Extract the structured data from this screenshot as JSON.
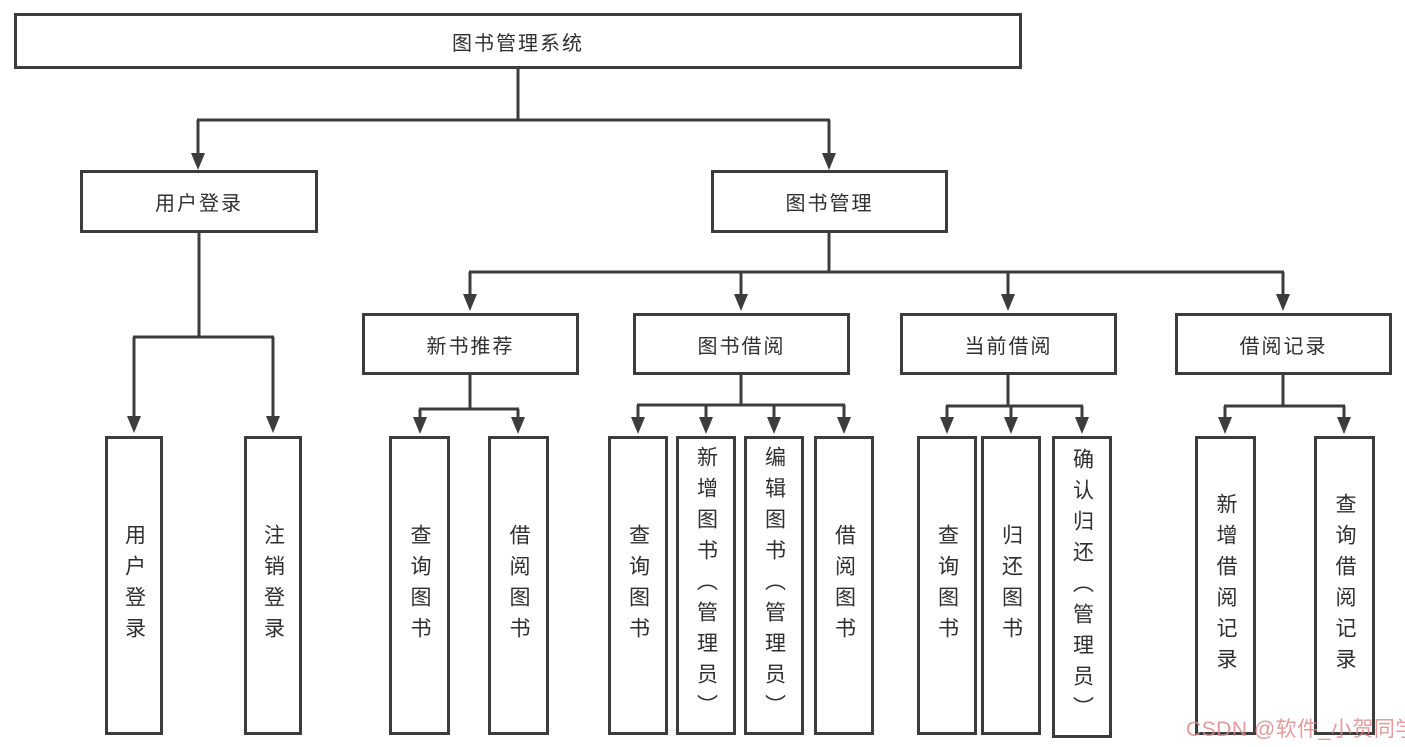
{
  "diagram": {
    "title_node": "图书管理系统",
    "nodes": {
      "root": "图书管理系统",
      "user_login": "用户登录",
      "book_management": "图书管理",
      "leaf_user_login": "用户登录",
      "leaf_logout": "注销登录",
      "new_book_recommend": "新书推荐",
      "book_borrow": "图书借阅",
      "current_borrow": "当前借阅",
      "borrow_record": "借阅记录",
      "nbr_query_book": "查询图书",
      "nbr_borrow_book": "借阅图书",
      "bb_query_book": "查询图书",
      "bb_add_book": "新增图书（管理员）",
      "bb_edit_book": "编辑图书（管理员）",
      "bb_borrow_book": "借阅图书",
      "cb_query_book": "查询图书",
      "cb_return_book": "归还图书",
      "cb_confirm_return": "确认归还（管理员）",
      "br_add_record": "新增借阅记录",
      "br_query_record": "查询借阅记录"
    },
    "colors": {
      "line": "#3c3c3c",
      "box_border": "#3c3c3c",
      "text": "#2f2f2f",
      "background": "#ffffff",
      "watermark": "#de8a8a"
    }
  },
  "watermark": {
    "text": "CSDN @软件_小贺同学"
  }
}
